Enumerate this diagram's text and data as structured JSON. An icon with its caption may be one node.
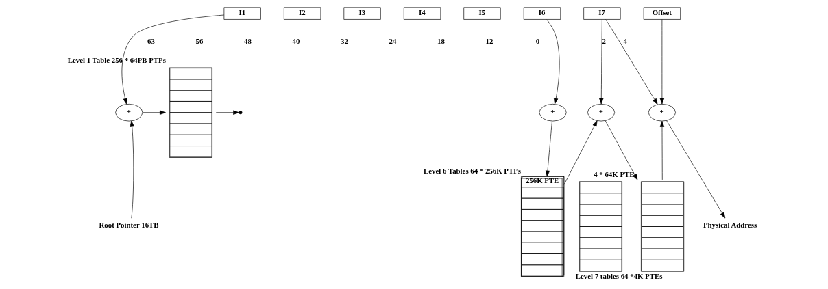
{
  "diagram": {
    "nodes": [
      {
        "text": [
          "I1"
        ]
      },
      {
        "text": [
          "I2"
        ]
      },
      {
        "text": [
          "I3"
        ]
      },
      {
        "text": [
          "I4"
        ]
      },
      {
        "text": [
          "I5"
        ]
      },
      {
        "text": [
          "I6"
        ]
      },
      {
        "text": [
          "I7"
        ]
      },
      {
        "text": [
          "Offset"
        ]
      },
      {
        "text": [
          "+"
        ]
      },
      {
        "text": [
          "Root Pointer 16TB"
        ]
      },
      {
        "text": [],
        "shape": "box",
        "beside": [
          "Level 1 Table 256 * 64PB PTPs"
        ]
      },
      {
        "text": [],
        "shape": "dots"
      },
      {
        "text": [
          "+"
        ]
      },
      {
        "text": [
          "256K PTE"
        ],
        "beside": [
          "Level 6 Tables 64 * 256K PTPs"
        ]
      },
      {
        "text": [
          "+"
        ]
      },
      {
        "text": [],
        "shape": "box",
        "beside": [
          "4 * 64K PTEs"
        ]
      },
      {
        "text": [],
        "shape": "box",
        "beside": [
          "Level 7 tables 64 *4K PTEs"
        ]
      },
      {
        "text": [
          "+"
        ]
      },
      {
        "text": [
          "Physical Address"
        ]
      }
    ],
    "edges": [
      {
        "from": 0,
        "to": 8,
        "arrow": "to"
      },
      {
        "from": 9,
        "to": 8,
        "arrow": "to"
      },
      {
        "from": 8,
        "to": 10,
        "arrow": "to"
      },
      {
        "from": 10,
        "to": 11,
        "arrow": "to"
      },
      {
        "from": 5,
        "to": 12,
        "arrow": "to"
      },
      {
        "from": 12,
        "to": 13,
        "arrow": "to"
      },
      {
        "from": 13,
        "to": 14,
        "arrow": "to"
      },
      {
        "from": 6,
        "to": 14,
        "arrow": "to",
        "label": "2"
      },
      {
        "from": 6,
        "to": 17,
        "arrow": "to",
        "label": "4"
      },
      {
        "from": 7,
        "to": 17,
        "arrow": "to"
      },
      {
        "from": 14,
        "to": 15,
        "arrow": "to"
      },
      {
        "from": 15,
        "to": 17,
        "arrow": "to"
      },
      {
        "from": 17,
        "to": 18,
        "arrow": "to"
      }
    ],
    "labels": [
      "63",
      "56",
      "48",
      "40",
      "32",
      "24",
      "18",
      "12",
      "0"
    ]
  }
}
